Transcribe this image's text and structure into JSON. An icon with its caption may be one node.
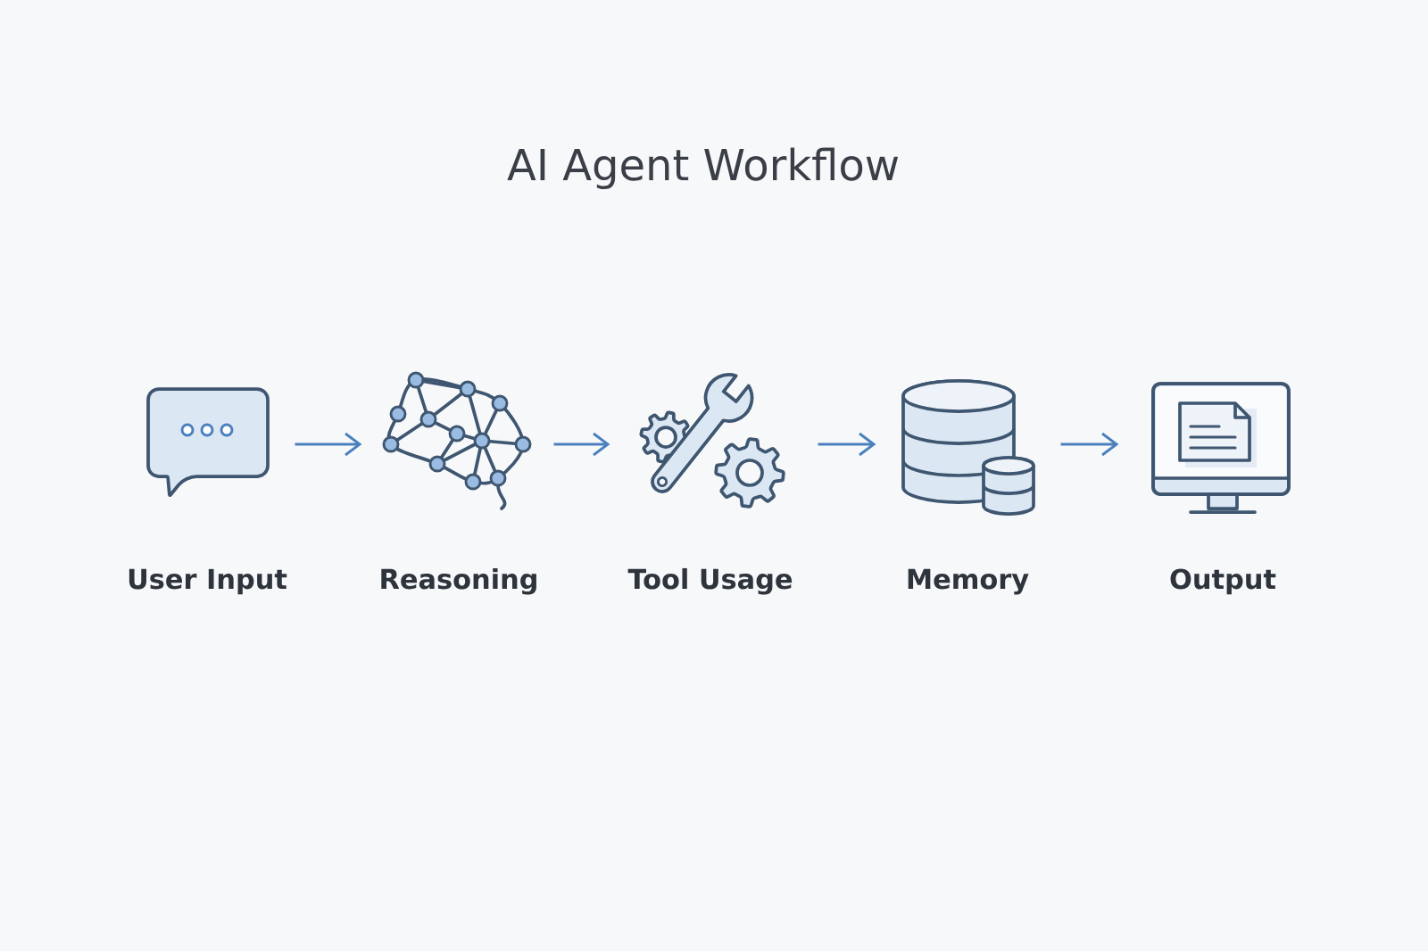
{
  "diagram": {
    "title": "AI Agent Workflow",
    "nodes": [
      {
        "text": [
          "User Input"
        ]
      },
      {
        "text": [
          "Reasoning"
        ]
      },
      {
        "text": [
          "Tool Usage"
        ]
      },
      {
        "text": [
          "Memory"
        ]
      },
      {
        "text": [
          "Output"
        ]
      }
    ],
    "edges": [
      {
        "from": 0,
        "to": 1,
        "arrow": "to"
      },
      {
        "from": 1,
        "to": 2,
        "arrow": "to"
      },
      {
        "from": 2,
        "to": 3,
        "arrow": "to"
      },
      {
        "from": 3,
        "to": 4,
        "arrow": "to"
      }
    ]
  }
}
